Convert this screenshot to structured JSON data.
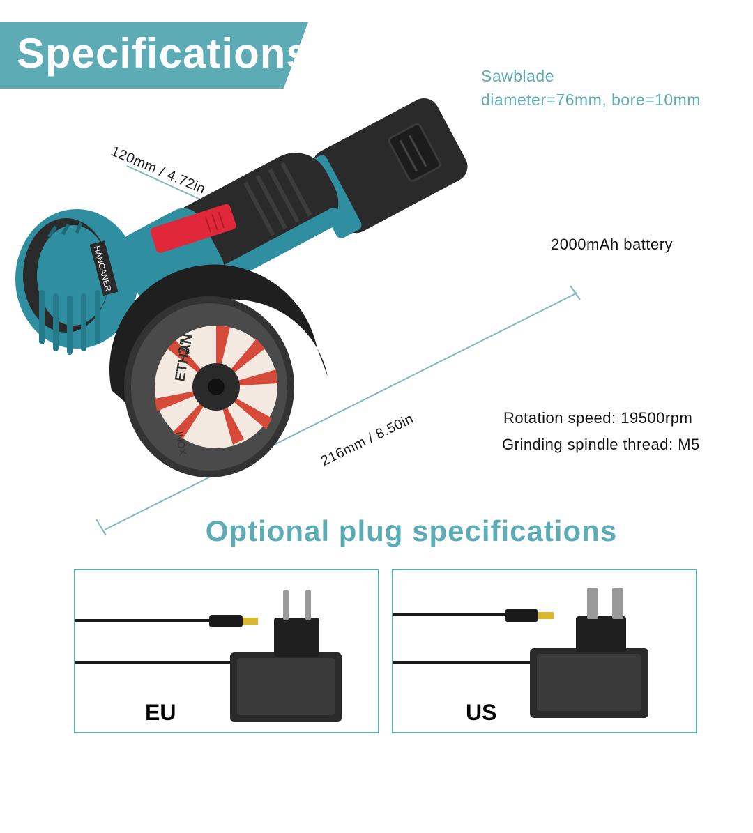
{
  "banner": {
    "title": "Specifications"
  },
  "sawblade": {
    "line1": "Sawblade",
    "line2": "diameter=76mm, bore=10mm"
  },
  "dimensions": {
    "length_short": "120mm / 4.72in",
    "length_long": "216mm / 8.50in"
  },
  "battery": {
    "label": "2000mAh battery"
  },
  "specs": {
    "rotation": "Rotation speed: 19500rpm",
    "spindle": "Grinding spindle thread: M5"
  },
  "tool": {
    "brand": "HANCANER",
    "disc_brand": "ETHAN",
    "disc_size": "3\"",
    "disc_type": "INOX"
  },
  "plugs": {
    "title": "Optional plug specifications",
    "items": [
      {
        "label": "EU"
      },
      {
        "label": "US"
      }
    ]
  },
  "colors": {
    "accent": "#5cabb5",
    "tool_body": "#2f8fa0",
    "switch": "#e0283a",
    "dark": "#2a2a2a"
  }
}
